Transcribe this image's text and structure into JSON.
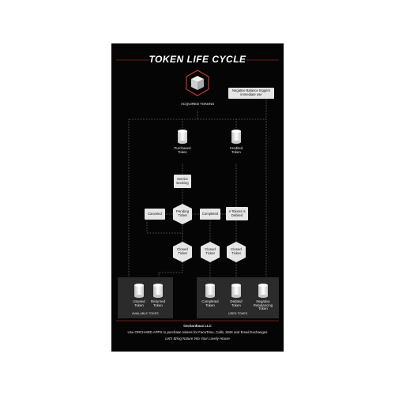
{
  "diagram": {
    "title": "TOKEN LIFE CYCLE",
    "acquired": "ACQUIRED TOKENS",
    "negative_note": "Negative Balance triggers immediate use",
    "purchased": [
      "Purchased",
      "Token"
    ],
    "credited": [
      "Credited",
      "Token"
    ],
    "service_booking": [
      "Service",
      "Booking"
    ],
    "canceled": "Canceled",
    "pending": [
      "Pending",
      "Ticket"
    ],
    "completed": "Completed",
    "debited_note": [
      "A Tokens is",
      "Debited"
    ],
    "closed": [
      "Closed",
      "Ticket"
    ],
    "unused": [
      "Unused",
      "Token"
    ],
    "returned": [
      "Returned",
      "Token"
    ],
    "available_tokens": "AVAILABLE TOKES",
    "completed_token": [
      "Completed",
      "Token"
    ],
    "debited_token": [
      "Debited",
      "Token"
    ],
    "negative_rebalancing": [
      "Negative",
      "Rebalancing",
      "Token"
    ],
    "used_tokens": "USED TOKES"
  },
  "footer": {
    "company": "Orchardmax LLC",
    "line1": "Use ORCHARD APPS to purchase tokens for FaceTime, Calls, SMS and Email Exchanges",
    "tagline": "Let's Bring Nature Into Your Lovely House"
  },
  "colors": {
    "background": "#050505",
    "accent_red": "#c0392b",
    "node": "#e6e6e6",
    "line": "#9a9a9a"
  }
}
